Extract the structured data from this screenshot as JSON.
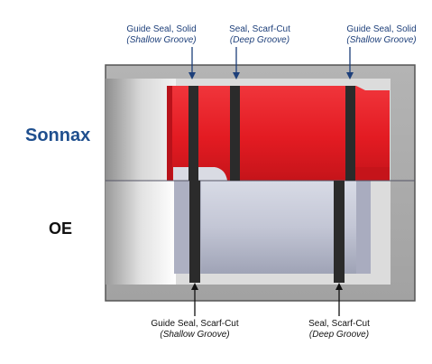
{
  "labels": {
    "top": [
      {
        "line1": "Guide Seal, Solid",
        "line2": "(Shallow Groove)"
      },
      {
        "line1": "Seal, Scarf-Cut",
        "line2": "(Deep Groove)"
      },
      {
        "line1": "Guide Seal, Solid",
        "line2": "(Shallow Groove)"
      }
    ],
    "bottom": [
      {
        "line1": "Guide Seal, Scarf-Cut",
        "line2": "(Shallow Groove)"
      },
      {
        "line1": "Seal, Scarf-Cut",
        "line2": "(Deep Groove)"
      }
    ]
  },
  "sides": {
    "top": "Sonnax",
    "bottom": "OE"
  },
  "colors": {
    "sonnax_valve": "#e01a22",
    "oe_valve": "#b9bccb",
    "housing": "#a8a8a8",
    "seal": "#2b2b2b",
    "label_blue": "#1d3f7a",
    "title_blue": "#1f4f8e"
  }
}
